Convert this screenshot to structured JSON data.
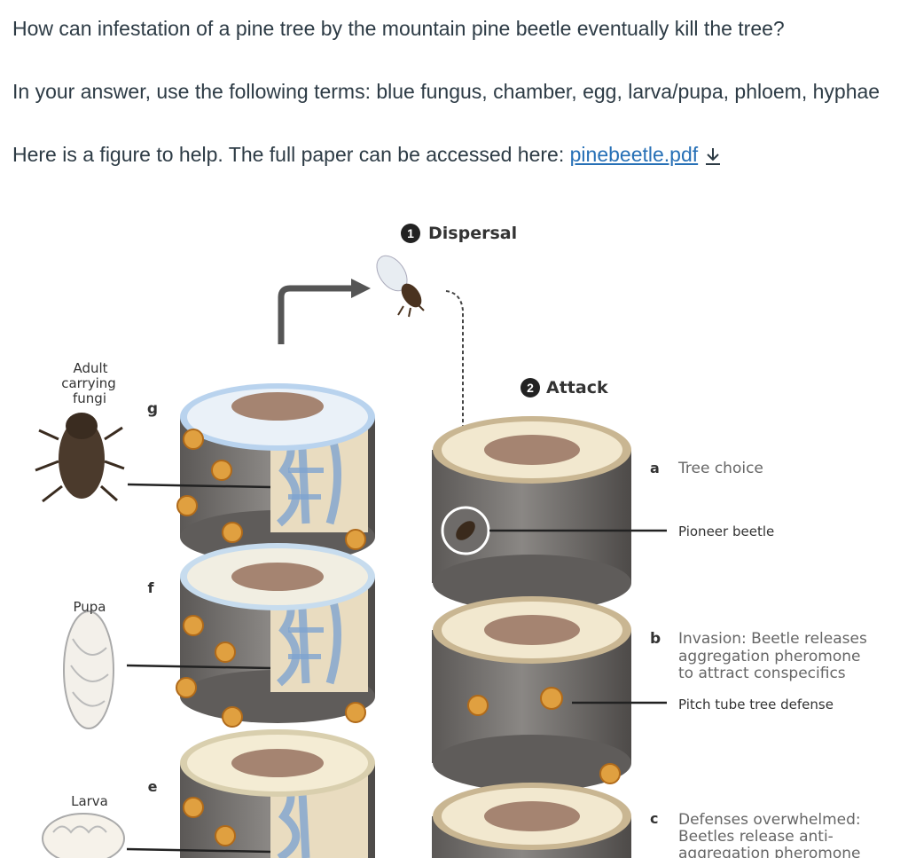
{
  "question": {
    "line1": "How can infestation of a pine tree by the mountain pine beetle eventually kill the tree?",
    "line2": "In your answer, use the following terms: blue fungus, chamber, egg, larva/pupa, phloem, hyphae",
    "line3_prefix": "Here is a figure to help.  The full paper can be accessed here: ",
    "link_text": "pinebeetle.pdf",
    "download_icon": "download-icon"
  },
  "figure": {
    "step1_num": "1",
    "step1_label": "Dispersal",
    "step2_num": "2",
    "step2_label": "Attack",
    "adult_label_1": "Adult",
    "adult_label_2": "carrying",
    "adult_label_3": "fungi",
    "pupa_label": "Pupa",
    "larva_label": "Larva",
    "letter_g": "g",
    "letter_f": "f",
    "letter_e": "e",
    "a_letter": "a",
    "a_text": "Tree choice",
    "pioneer_label": "Pioneer beetle",
    "b_letter": "b",
    "b_text_1": "Invasion: Beetle releases",
    "b_text_2": "aggregation pheromone",
    "b_text_3": "to attract conspecifics",
    "pitch_label": "Pitch tube tree defense",
    "c_letter": "c",
    "c_text_1": "Defenses overwhelmed:",
    "c_text_2": "Beetles release anti-",
    "c_text_3": "aggregation pheromone",
    "colors": {
      "bark": "#7d7a78",
      "heartwood": "#a58471",
      "sapwood": "#f2e8cf",
      "fungus": "#8db8e4",
      "phloem": "#8a6a4f"
    }
  }
}
